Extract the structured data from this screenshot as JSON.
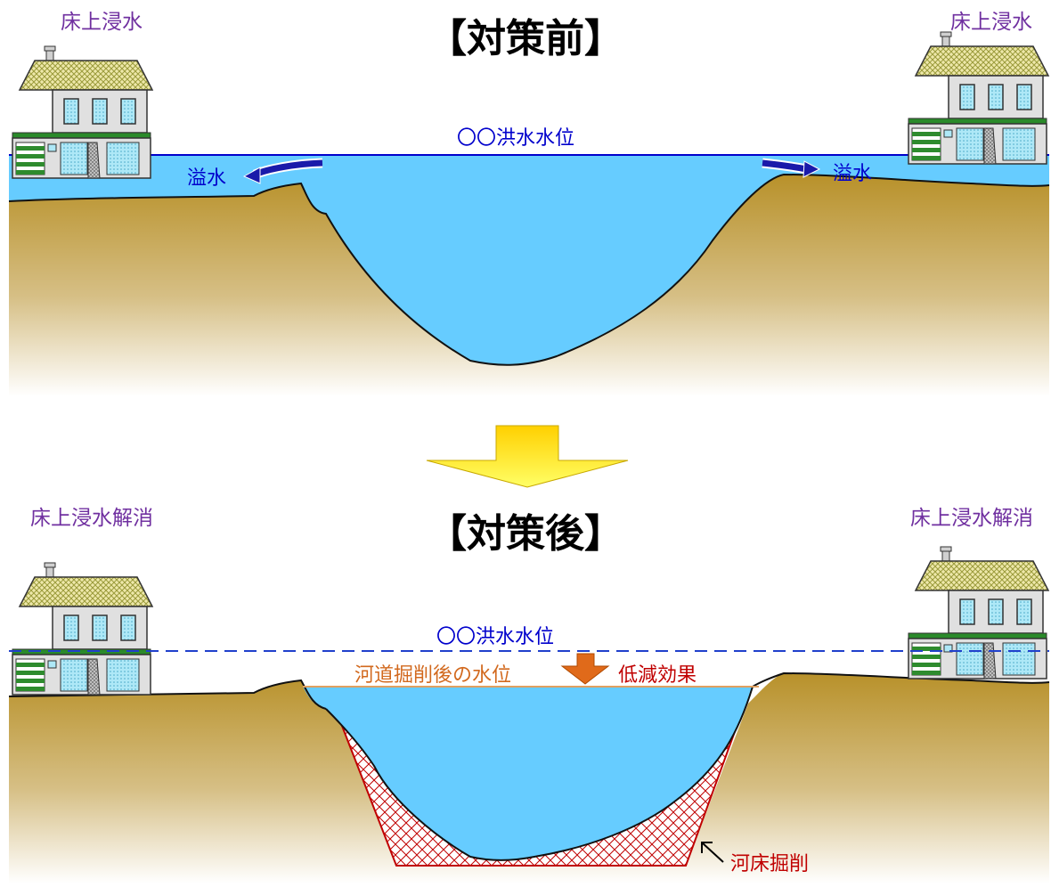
{
  "before": {
    "title": "【対策前】",
    "label_left": "床上浸水",
    "label_right": "床上浸水",
    "water_level": "〇〇洪水水位",
    "overflow_left": "溢水",
    "overflow_right": "溢水"
  },
  "after": {
    "title": "【対策後】",
    "label_left": "床上浸水解消",
    "label_right": "床上浸水解消",
    "water_level": "〇〇洪水水位",
    "excavated_level": "河道掘削後の水位",
    "reduction_effect": "低減効果",
    "riverbed_excavation": "河床掘削"
  },
  "colors": {
    "water": "#66ccff",
    "ground_top": "#b8912a",
    "ground_bottom": "#ffffff",
    "hatch": "#c00000",
    "arrow_yellow": "#ffff00",
    "arrow_orange": "#e06a1a"
  }
}
